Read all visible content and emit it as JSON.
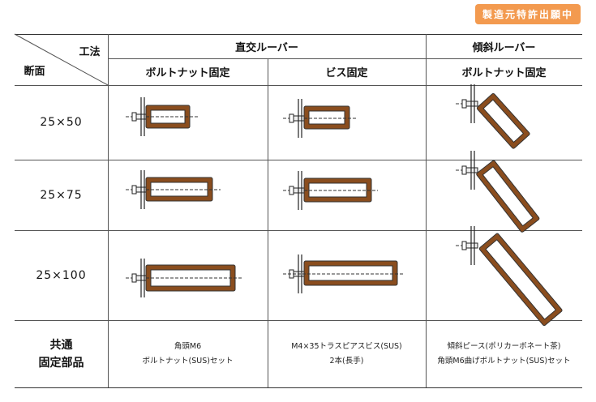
{
  "badge": "製造元特許出願中",
  "header": {
    "corner_top": "工法",
    "corner_bottom": "断面",
    "group_straight": "直交ルーバー",
    "group_inclined": "傾斜ルーバー",
    "col_bolt": "ボルトナット固定",
    "col_screw": "ビス固定",
    "col_inclined_bolt": "ボルトナット固定"
  },
  "rows": [
    {
      "label": "25×50"
    },
    {
      "label": "25×75"
    },
    {
      "label": "25×100"
    }
  ],
  "common": {
    "label_line1": "共通",
    "label_line2": "固定部品",
    "bolt_line1": "角頭M6",
    "bolt_line2": "ボルトナット(SUS)セット",
    "screw_line1": "M4×35トラスピアスビス(SUS)",
    "screw_line2": "2本(長手)",
    "inclined_line1": "傾斜ピース(ポリカーボネート茶)",
    "inclined_line2": "角頭M6曲げボルトナット(SUS)セット"
  },
  "colors": {
    "badge": "#f39a4f",
    "wood": "#8a4d1e"
  }
}
